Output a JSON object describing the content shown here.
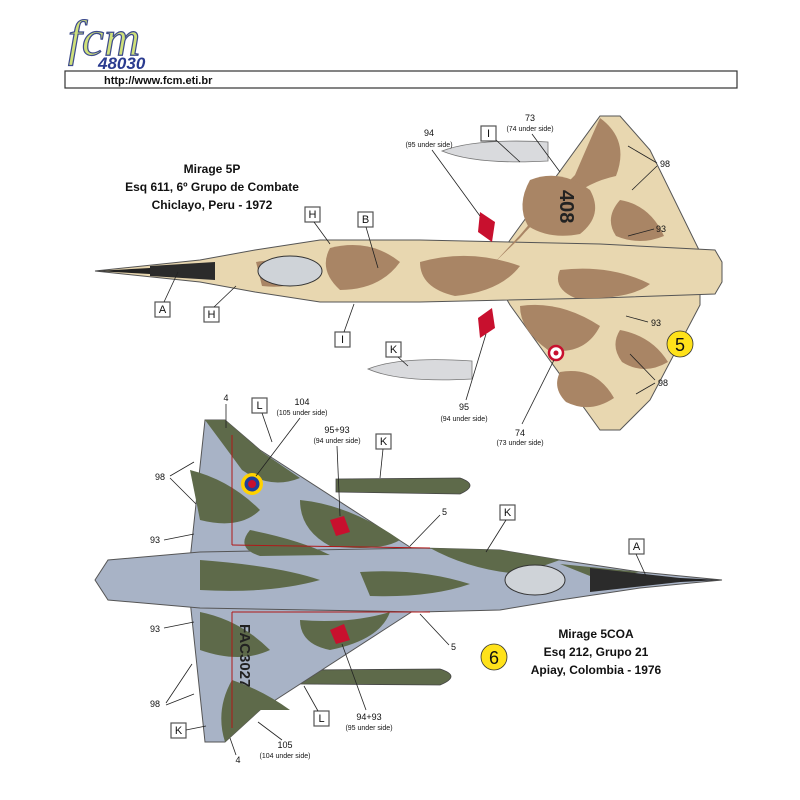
{
  "header": {
    "logo_text": "fcm",
    "code": "48030",
    "url": "http://www.fcm.eti.br"
  },
  "colors": {
    "logo_green": "#cfe07a",
    "logo_outline": "#3c4a8c",
    "code_blue": "#2a3b8f",
    "desert_tan": "#e8d7b0",
    "desert_brown": "#a98565",
    "olive": "#5e6a4a",
    "blue_grey": "#a8b3c6",
    "badge_yellow": "#ffe21a"
  },
  "aircraft_1": {
    "title_line1": "Mirage 5P",
    "title_line2": "Esq 611,  6º Grupo de Combate",
    "title_line3": "Chiclayo, Peru - 1972",
    "scheme_number": "5",
    "serial": "408",
    "callouts": {
      "c94": "94",
      "c94_sub": "(95 under side)",
      "c73": "73",
      "c73_sub": "(74 under side)",
      "c98a": "98",
      "c93a": "93",
      "c93b": "93",
      "c98b": "98",
      "c95": "95",
      "c95_sub": "(94 under side)",
      "c74": "74",
      "c74_sub": "(73 under side)"
    },
    "letters": {
      "A": "A",
      "H1": "H",
      "H2": "H",
      "B": "B",
      "I1": "I",
      "I2": "I",
      "K": "K"
    }
  },
  "aircraft_2": {
    "title_line1": "Mirage 5COA",
    "title_line2": "Esq 212, Grupo 21",
    "title_line3": "Apiay, Colombia - 1976",
    "scheme_number": "6",
    "serial": "FAC3027",
    "callouts": {
      "c4a": "4",
      "c104": "104",
      "c104_sub": "(105 under side)",
      "c9593a": "95+93",
      "c9593a_sub": "(94 under side)",
      "c98a": "98",
      "c93a": "93",
      "c5a": "5",
      "c93b": "93",
      "c5b": "5",
      "c98b": "98",
      "c9493": "94+93",
      "c9493_sub": "(95 under side)",
      "c105": "105",
      "c105_sub": "(104 under side)",
      "c4b": "4"
    },
    "letters": {
      "L1": "L",
      "K1": "K",
      "K2": "K",
      "A": "A",
      "L2": "L",
      "K3": "K"
    }
  }
}
